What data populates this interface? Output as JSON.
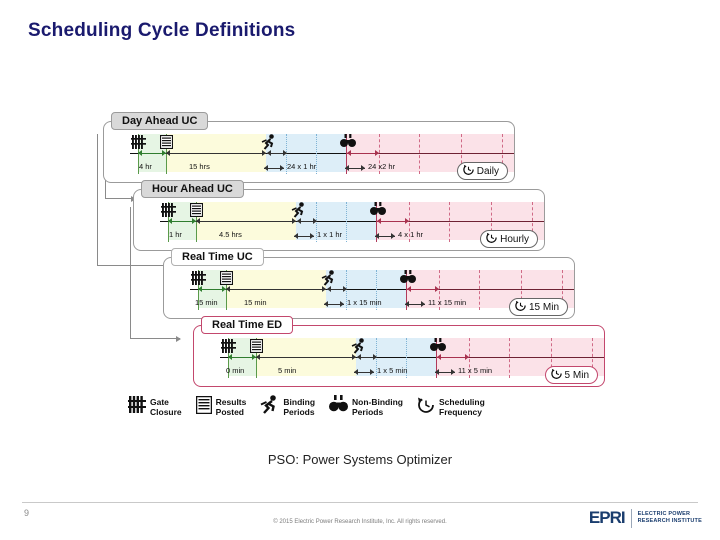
{
  "slide": {
    "title": "Scheduling Cycle Definitions",
    "caption": "PSO: Power Systems Optimizer",
    "number": "9"
  },
  "diagram": {
    "rows": [
      {
        "name": "day-ahead-uc",
        "tab_label": "Day Ahead UC",
        "tab_style": "grey",
        "frequency_label": "Daily",
        "gate_closure_label": "4 hr",
        "results_posted_label": "15 hrs",
        "binding_label": "24 x 1 hr",
        "nonbinding_label": "24 x2 hr"
      },
      {
        "name": "hour-ahead-uc",
        "tab_label": "Hour Ahead UC",
        "tab_style": "grey",
        "frequency_label": "Hourly",
        "gate_closure_label": "1 hr",
        "results_posted_label": "4.5 hrs",
        "binding_label": "1 x 1 hr",
        "nonbinding_label": "4 x 1 hr"
      },
      {
        "name": "real-time-uc",
        "tab_label": "Real Time UC",
        "tab_style": "light",
        "frequency_label": "15 Min",
        "gate_closure_label": "15 min",
        "results_posted_label": "15 min",
        "binding_label": "1 x 15 min",
        "nonbinding_label": "11 x 15 min"
      },
      {
        "name": "real-time-ed",
        "tab_label": "Real Time ED",
        "tab_style": "pink",
        "frequency_label": "5 Min",
        "gate_closure_label": "0 min",
        "results_posted_label": "5 min",
        "binding_label": "1 x 5 min",
        "nonbinding_label": "11 x 5 min"
      }
    ]
  },
  "legend": {
    "items": [
      {
        "icon": "gate-closure-icon",
        "line1": "Gate",
        "line2": "Closure"
      },
      {
        "icon": "results-posted-icon",
        "line1": "Results",
        "line2": "Posted"
      },
      {
        "icon": "binding-periods-icon",
        "line1": "Binding",
        "line2": "Periods"
      },
      {
        "icon": "non-binding-periods-icon",
        "line1": "Non-Binding",
        "line2": "Periods"
      },
      {
        "icon": "scheduling-frequency-icon",
        "line1": "Scheduling",
        "line2": "Frequency"
      }
    ]
  },
  "footer": {
    "copyright": "© 2015 Electric Power Research Institute, Inc. All rights reserved.",
    "logo_wordmark": "EPRI",
    "logo_tagline_line1": "ELECTRIC POWER",
    "logo_tagline_line2": "RESEARCH INSTITUTE"
  },
  "colors": {
    "title": "#1a1a6e",
    "band_green": "#e6f5e4",
    "band_yellow": "#fcfbdc",
    "band_blue": "#ddeef8",
    "band_pink": "#fbe2e8",
    "accent_pink": "#c3476d",
    "epri_blue": "#1a3d6e"
  }
}
